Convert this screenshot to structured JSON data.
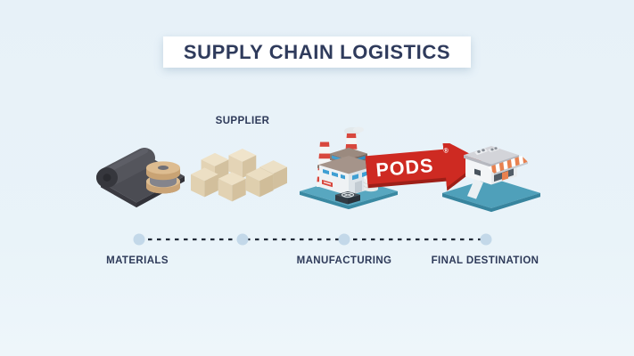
{
  "title": {
    "text": "SUPPLY CHAIN LOGISTICS"
  },
  "stages": [
    {
      "id": "materials",
      "label": "MATERIALS",
      "icon": "fabric-roll-icon"
    },
    {
      "id": "supplier",
      "label": "SUPPLIER",
      "icon": "shipping-boxes-icon"
    },
    {
      "id": "manufacturing",
      "label": "MANUFACTURING",
      "icon": "factory-icon"
    },
    {
      "id": "final-destination",
      "label": "FINAL DESTINATION",
      "icon": "storefront-icon"
    }
  ],
  "arrow": {
    "label": "PODS",
    "trademark": "®",
    "color": "#ce2a22"
  },
  "timeline": {
    "dot_count": 4,
    "dot_color": "#c3d8e9",
    "dash_color": "#222a38"
  },
  "palette": {
    "background": "#e9f3f9",
    "navy_text": "#2e3a59",
    "card_white": "#ffffff",
    "brand_red": "#ce2a22",
    "platform_teal": "#55a5bf",
    "box_tan": "#e9dcc0",
    "roll_gray": "#4b4c53",
    "awning_orange": "#e8814f"
  }
}
